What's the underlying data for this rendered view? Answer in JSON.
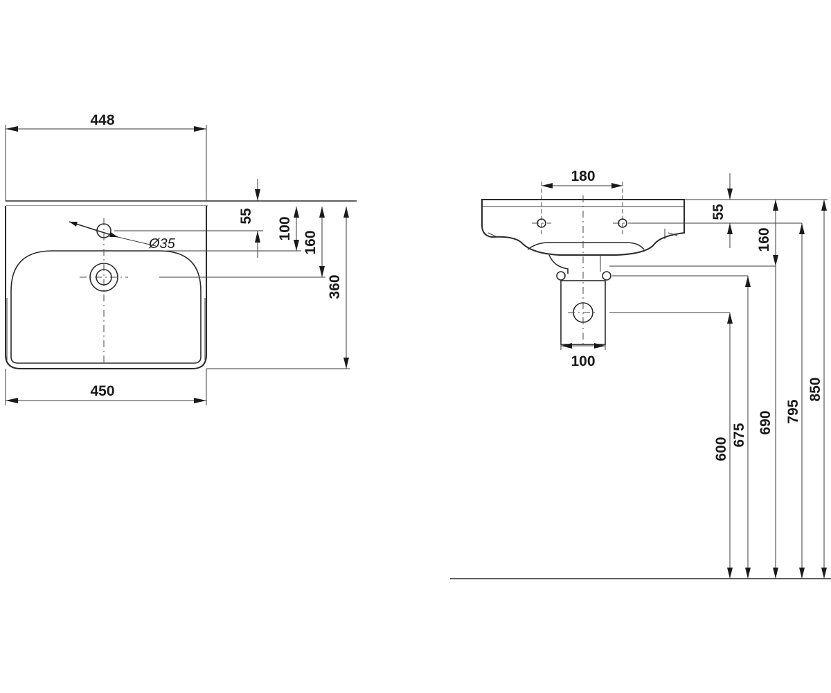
{
  "plan_view": {
    "width_top": "448",
    "width_bottom": "450",
    "dim_55": "55",
    "dim_100": "100",
    "dim_160": "160",
    "depth": "360",
    "tap_hole": "Ø35"
  },
  "elevation_view": {
    "tap_spacing": "180",
    "dim_55": "55",
    "dim_160": "160",
    "trap_width": "100",
    "height_600": "600",
    "height_675": "675",
    "height_690": "690",
    "height_795": "795",
    "height_850": "850"
  },
  "colors": {
    "line": "#2a2a2a",
    "background": "#ffffff"
  }
}
